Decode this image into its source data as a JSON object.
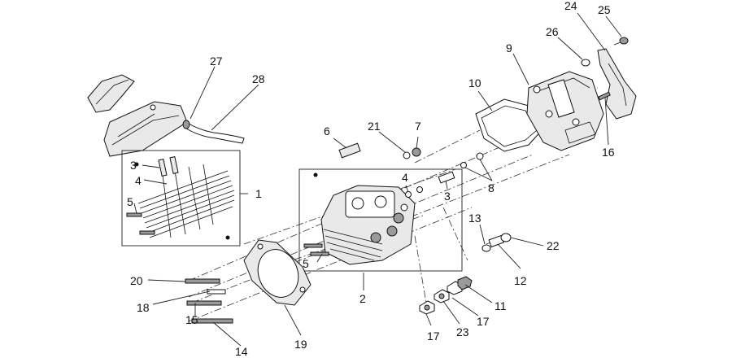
{
  "diagram": {
    "callouts": {
      "c1": "1",
      "c2": "2",
      "c3a": "3",
      "c3b": "3",
      "c4a": "4",
      "c4b": "4",
      "c5a": "5",
      "c5b": "5",
      "c6": "6",
      "c7": "7",
      "c8": "8",
      "c9": "9",
      "c10": "10",
      "c11": "11",
      "c12": "12",
      "c13": "13",
      "c14": "14",
      "c15": "15",
      "c16": "16",
      "c17a": "17",
      "c17b": "17",
      "c18": "18",
      "c19": "19",
      "c20": "20",
      "c21": "21",
      "c22": "22",
      "c23": "23",
      "c24": "24",
      "c25": "25",
      "c26": "26",
      "c27": "27",
      "c28": "28"
    }
  }
}
